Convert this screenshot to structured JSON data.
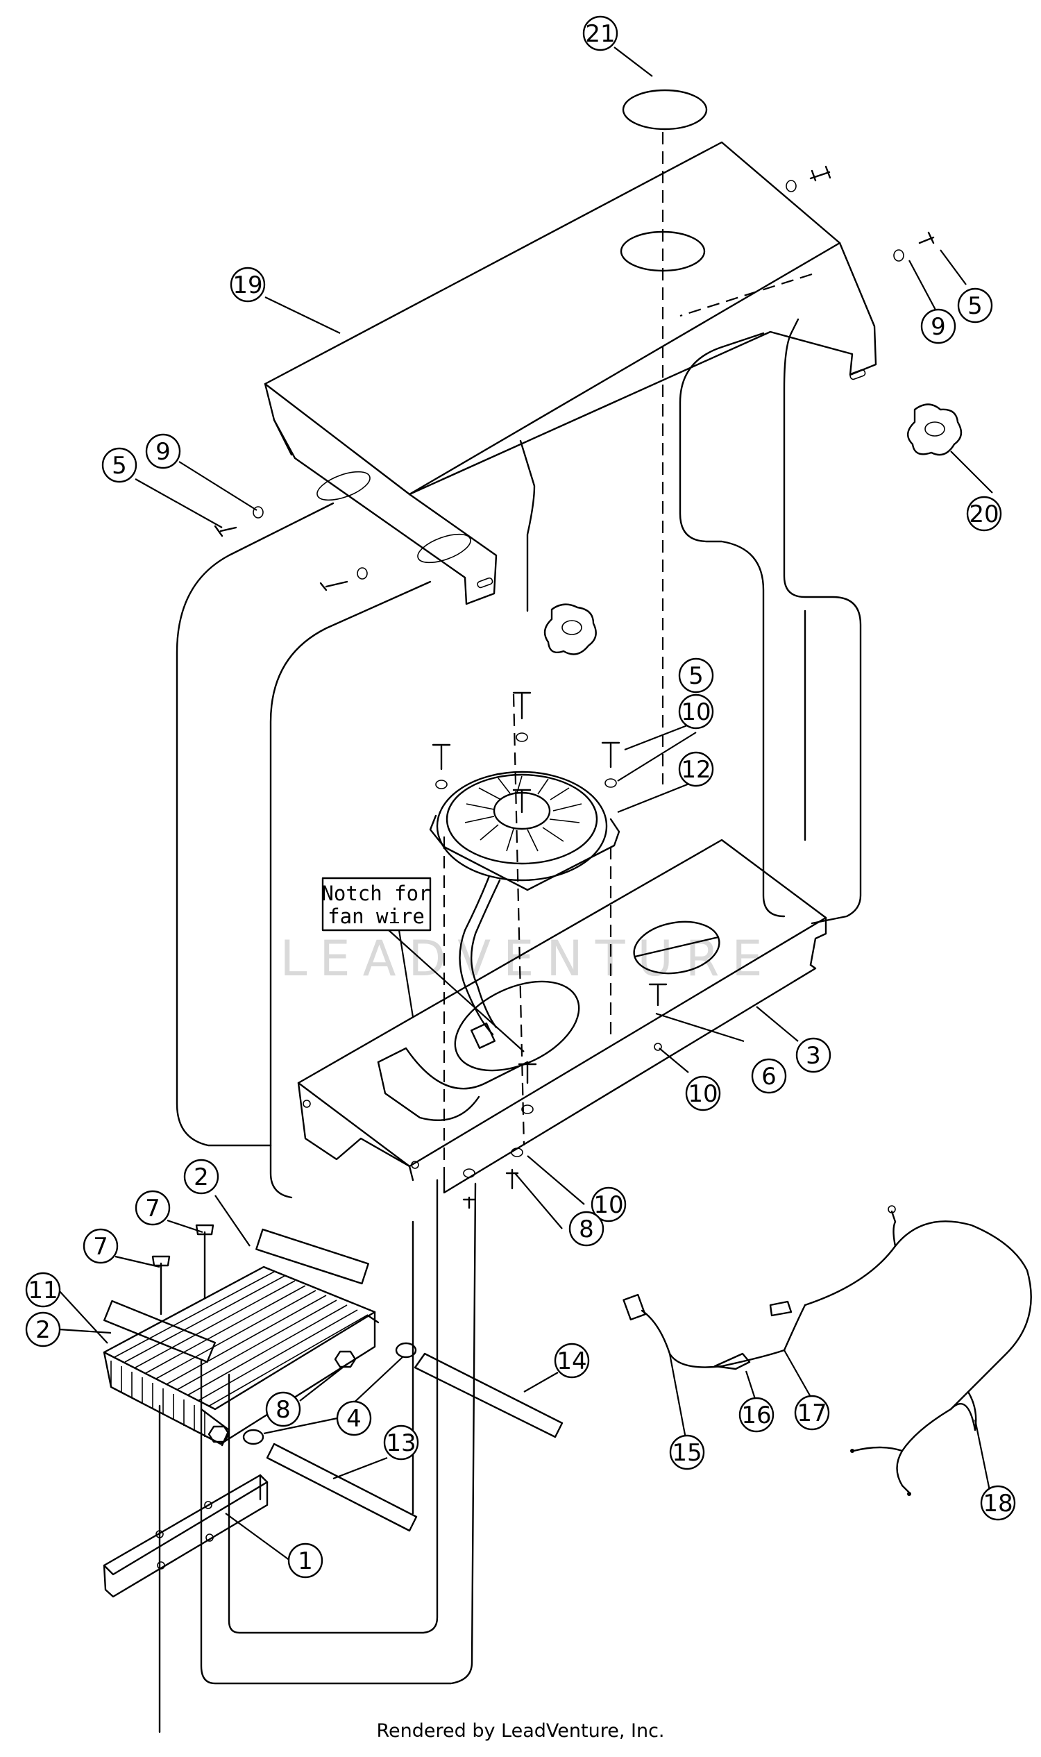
{
  "watermark": "LEADVENTURE",
  "note": {
    "line1": "Notch for",
    "line2": "fan wire"
  },
  "credit": "Rendered by LeadVenture, Inc.",
  "callouts": [
    {
      "label": "21",
      "name": "callout-21-cap"
    },
    {
      "label": "19",
      "name": "callout-19-cover"
    },
    {
      "label": "5",
      "name": "callout-5-bolt-right"
    },
    {
      "label": "9",
      "name": "callout-9-washer-right"
    },
    {
      "label": "20",
      "name": "callout-20-knob"
    },
    {
      "label": "9",
      "name": "callout-9-washer-left"
    },
    {
      "label": "5",
      "name": "callout-5-bolt-left"
    },
    {
      "label": "5",
      "name": "callout-5-fan-bolt"
    },
    {
      "label": "10",
      "name": "callout-10-fan-washer"
    },
    {
      "label": "12",
      "name": "callout-12-fan"
    },
    {
      "label": "3",
      "name": "callout-3-bracket"
    },
    {
      "label": "6",
      "name": "callout-6-screw"
    },
    {
      "label": "10",
      "name": "callout-10-washer-mid"
    },
    {
      "label": "10",
      "name": "callout-10-washer-low"
    },
    {
      "label": "8",
      "name": "callout-8-nut-bracket"
    },
    {
      "label": "7",
      "name": "callout-7-bolt-long"
    },
    {
      "label": "2",
      "name": "callout-2-pad-upper"
    },
    {
      "label": "7",
      "name": "callout-7-bolt-short"
    },
    {
      "label": "2",
      "name": "callout-2-pad-lower"
    },
    {
      "label": "11",
      "name": "callout-11-cooler"
    },
    {
      "label": "8",
      "name": "callout-8-nut-cooler"
    },
    {
      "label": "4",
      "name": "callout-4-clamp"
    },
    {
      "label": "14",
      "name": "callout-14-hose-long"
    },
    {
      "label": "13",
      "name": "callout-13-hose-short"
    },
    {
      "label": "1",
      "name": "callout-1-channel"
    },
    {
      "label": "15",
      "name": "callout-15-harness"
    },
    {
      "label": "16",
      "name": "callout-16-clip"
    },
    {
      "label": "17",
      "name": "callout-17-clamp"
    },
    {
      "label": "18",
      "name": "callout-18-tie"
    }
  ]
}
